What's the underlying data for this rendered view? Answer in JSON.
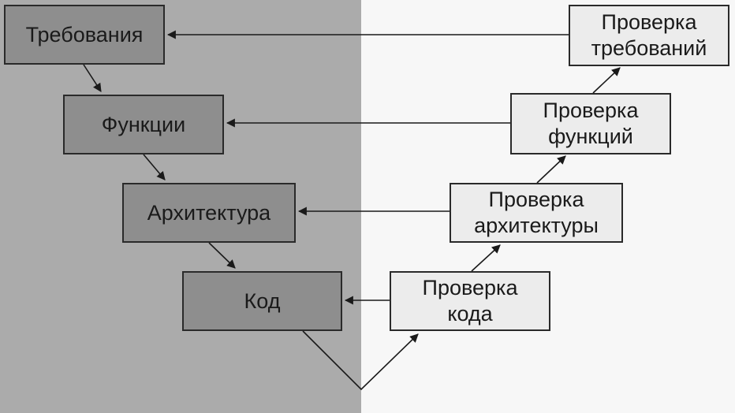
{
  "development_steps": [
    {
      "id": "req",
      "label_lines": [
        "Требования"
      ]
    },
    {
      "id": "func",
      "label_lines": [
        "Функции"
      ]
    },
    {
      "id": "arch",
      "label_lines": [
        "Архитектура"
      ]
    },
    {
      "id": "code",
      "label_lines": [
        "Код"
      ]
    }
  ],
  "verification_steps": [
    {
      "id": "check-code",
      "label_lines": [
        "Проверка",
        "кода"
      ]
    },
    {
      "id": "check-arch",
      "label_lines": [
        "Проверка",
        "архитектуры"
      ]
    },
    {
      "id": "check-func",
      "label_lines": [
        "Проверка",
        "функций"
      ]
    },
    {
      "id": "check-req",
      "label_lines": [
        "Проверка",
        "требований"
      ]
    }
  ],
  "colors": {
    "left_background": "#ababab",
    "right_background": "#f7f7f7",
    "development_box": "#8e8e8e",
    "verification_box": "#ececec",
    "stroke": "#2a2a2a"
  }
}
